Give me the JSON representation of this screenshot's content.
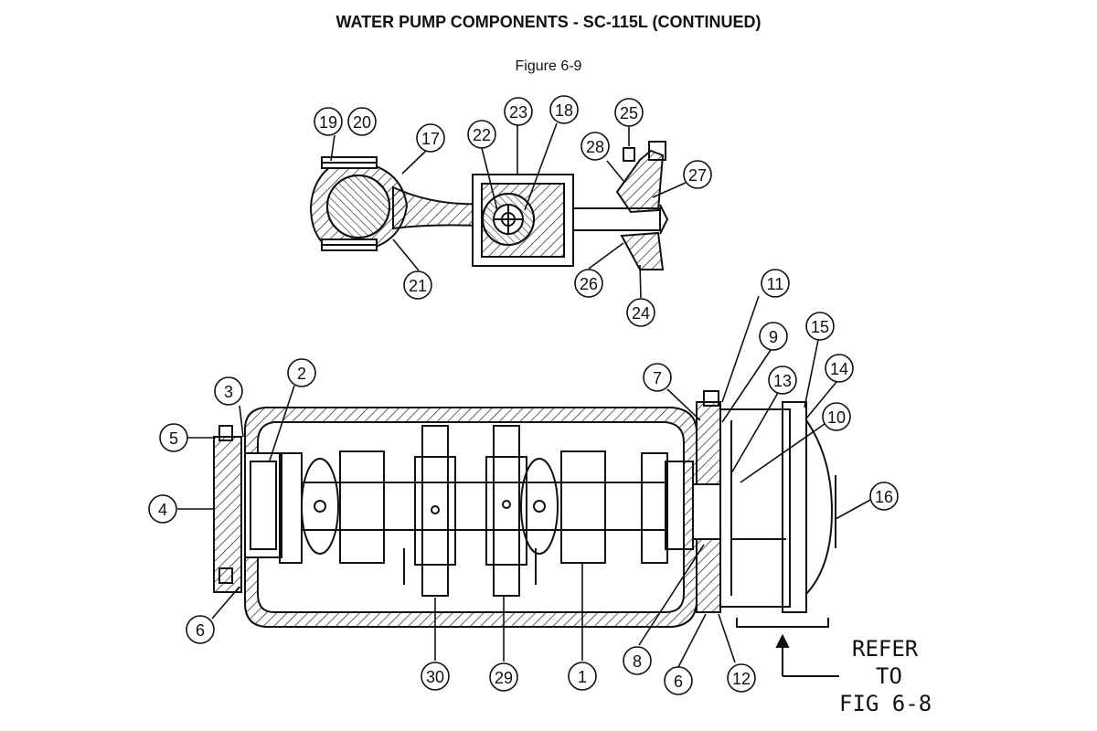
{
  "title": "WATER PUMP COMPONENTS - SC-115L (CONTINUED)",
  "figure_label": "Figure 6-9",
  "callouts": [
    "19",
    "20",
    "17",
    "22",
    "23",
    "18",
    "25",
    "28",
    "27",
    "21",
    "26",
    "24",
    "11",
    "9",
    "15",
    "13",
    "14",
    "10",
    "7",
    "2",
    "3",
    "5",
    "4",
    "16",
    "6",
    "30",
    "29",
    "1",
    "8",
    "6",
    "12"
  ],
  "reference_note": {
    "line1": "REFER",
    "line2": "TO",
    "line3": "FIG 6-8"
  }
}
